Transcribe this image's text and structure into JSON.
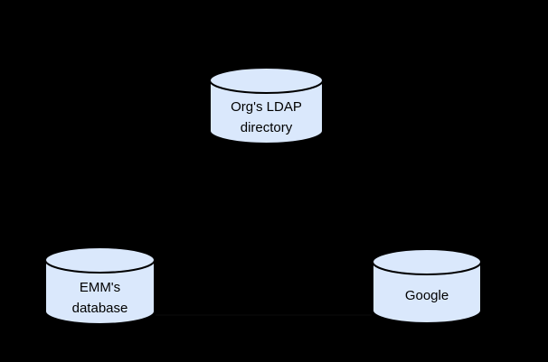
{
  "page": {
    "background_color": "#000000"
  },
  "diagram": {
    "node_style": {
      "fill": "#dae8fc",
      "stroke": "#000000"
    },
    "nodes": [
      {
        "id": "orgs-ldap-directory",
        "shape": "database-cylinder",
        "line1": "Org's LDAP",
        "line2": "directory"
      },
      {
        "id": "emms-database",
        "shape": "database-cylinder",
        "line1": "EMM's",
        "line2": "database"
      },
      {
        "id": "google",
        "shape": "database-cylinder",
        "line1": "Google",
        "line2": ""
      }
    ],
    "connector": {
      "from": "emms-database",
      "to": "google",
      "color": "#0b0b0b"
    }
  }
}
